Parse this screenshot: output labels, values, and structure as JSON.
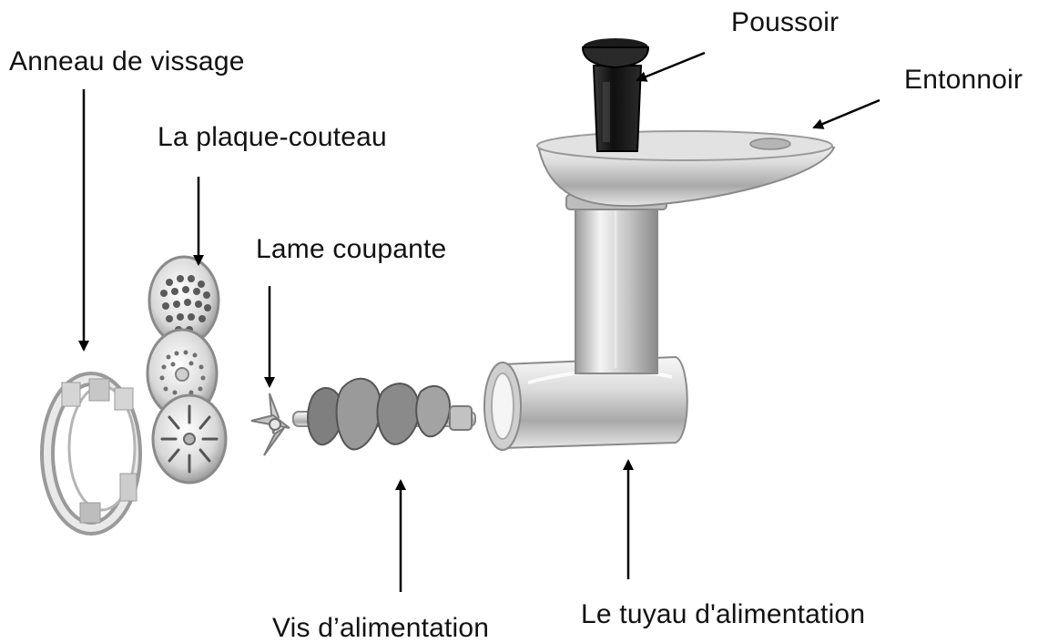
{
  "labels": {
    "anneau": "Anneau de vissage",
    "plaque": "La plaque-couteau",
    "lame": "Lame coupante",
    "poussoir": "Poussoir",
    "entonnoir": "Entonnoir",
    "vis": "Vis d’alimentation",
    "tuyau": "Le tuyau d'alimentation"
  },
  "icons": {
    "arrow": "arrow-icon"
  },
  "colors": {
    "metal_light": "#f1f1f1",
    "metal_mid": "#c9c9c9",
    "metal_dark": "#8e8e8e",
    "plastic": "#1c1c1c",
    "arrow": "#000000"
  }
}
